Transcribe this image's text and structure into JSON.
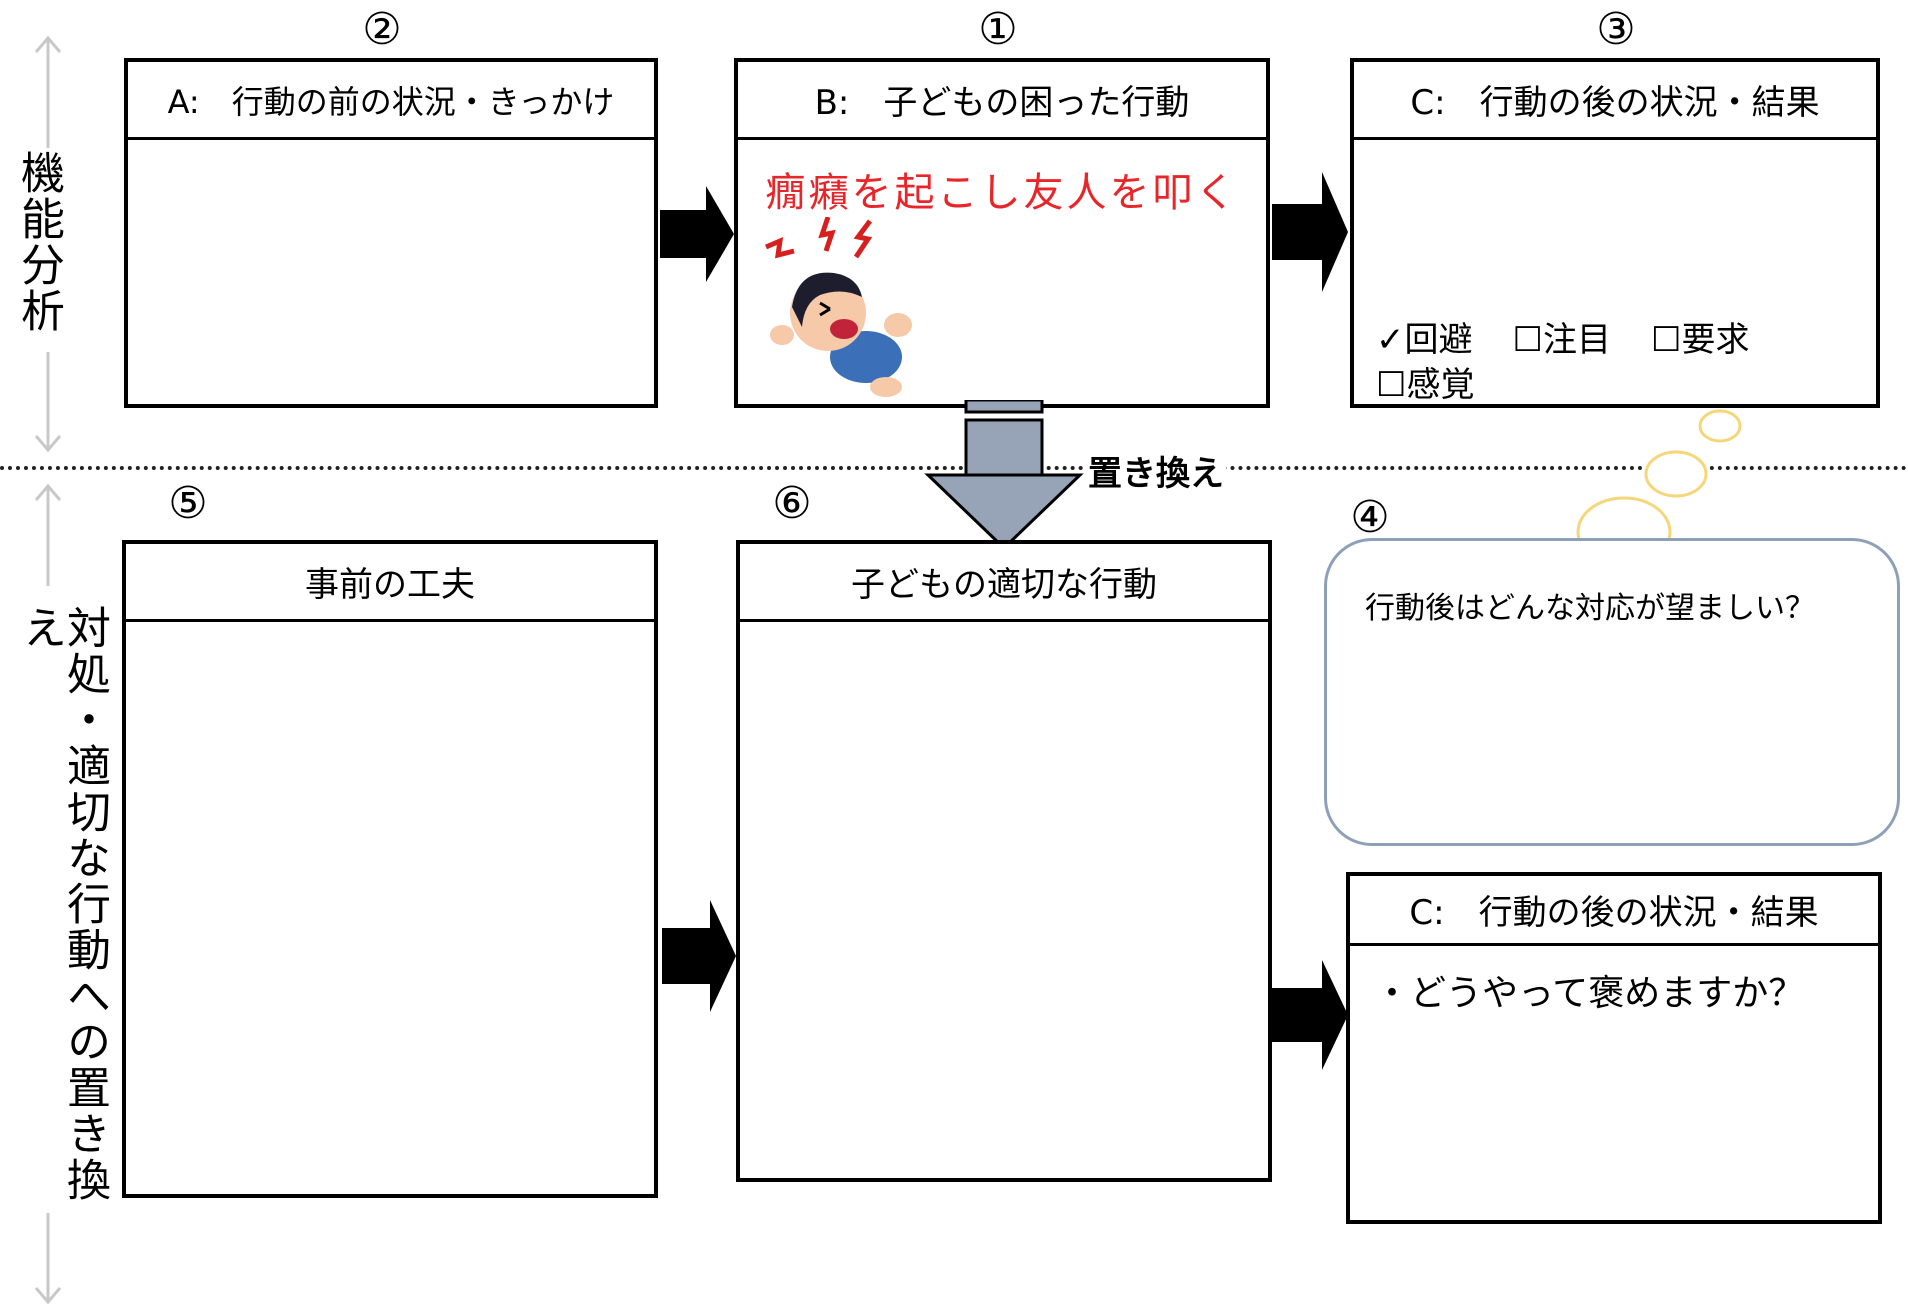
{
  "side_labels": {
    "top": "機能分析",
    "bottom": "対処・適切な行動への置き換え"
  },
  "numbers": {
    "n1": "①",
    "n2": "②",
    "n3": "③",
    "n4": "④",
    "n5": "⑤",
    "n6": "⑥"
  },
  "box_a": {
    "title": "A:　行動の前の状況・きっかけ"
  },
  "box_b": {
    "title": "B:　子どもの困った行動",
    "behavior": "癇癪を起こし友人を叩く"
  },
  "box_c_top": {
    "title": "C:　行動の後の状況・結果",
    "options": [
      "✓回避",
      "☐注目",
      "☐要求",
      "☐感覚"
    ]
  },
  "replace_label": "置き換え",
  "bubble": {
    "text": "行動後はどんな対応が望ましい？"
  },
  "box_prevent": {
    "title": "事前の工夫"
  },
  "box_appropriate": {
    "title": "子どもの適切な行動"
  },
  "box_c_bottom": {
    "title": "C:　行動の後の状況・結果",
    "question": "・どうやって褒めますか？"
  },
  "colors": {
    "behavior_text": "#e8262a",
    "down_arrow": "#97a3b6",
    "bubble_border": "#8da0b8",
    "thought_circle": "#f5d77a",
    "axis_arrow": "#c8c8c8"
  }
}
